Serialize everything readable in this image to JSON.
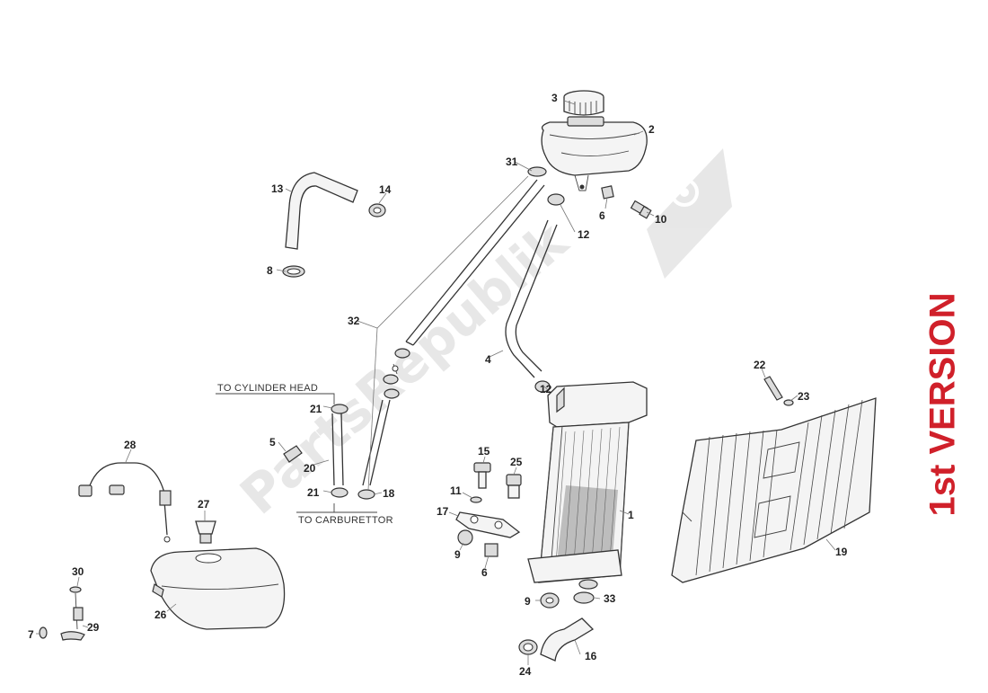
{
  "watermark": "PartsRepublik",
  "version_label": "1st VERSION",
  "notes": {
    "cylinder_head": "TO CYLINDER HEAD",
    "carburettor": "TO CARBURETTOR"
  },
  "callouts": [
    "1",
    "2",
    "3",
    "4",
    "5",
    "6",
    "6",
    "7",
    "8",
    "9",
    "9",
    "10",
    "11",
    "12",
    "12",
    "13",
    "14",
    "15",
    "16",
    "17",
    "18",
    "19",
    "20",
    "21",
    "21",
    "22",
    "23",
    "24",
    "25",
    "26",
    "27",
    "28",
    "29",
    "30",
    "31",
    "32",
    "33"
  ],
  "colors": {
    "accent": "#d0202a",
    "line": "#333333",
    "watermark": "#bdbdbd"
  }
}
